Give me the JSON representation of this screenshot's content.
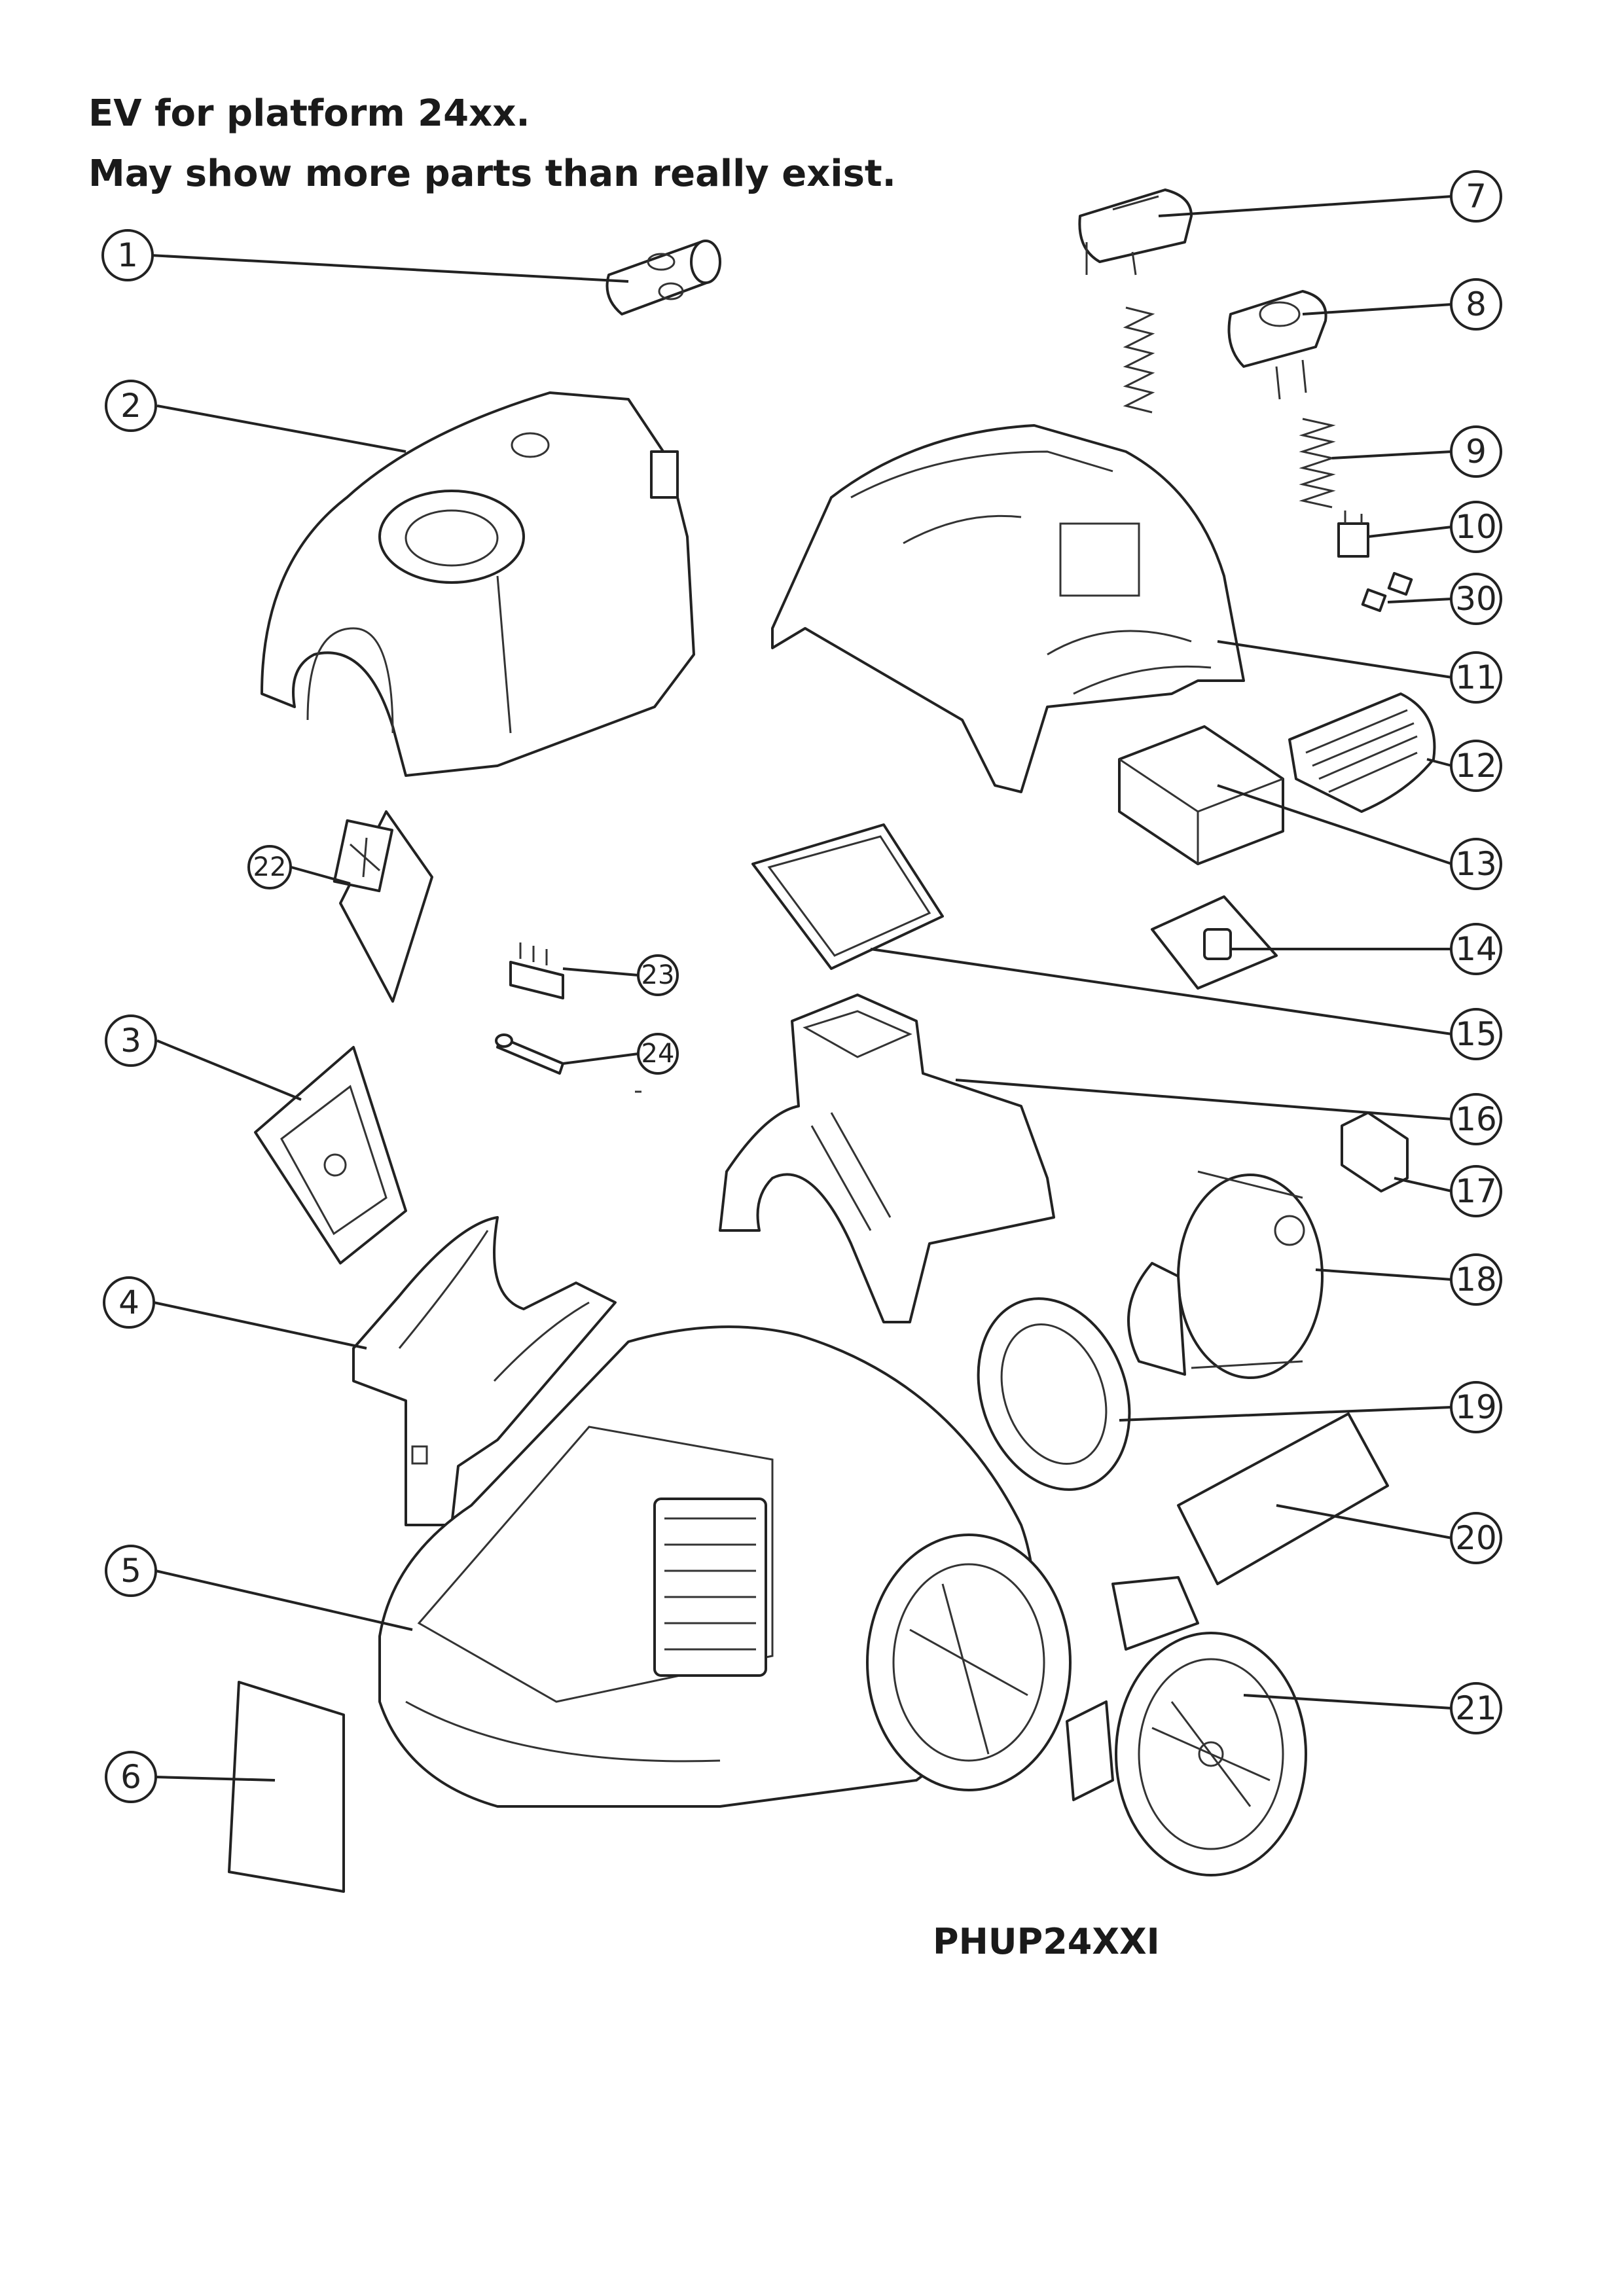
{
  "header": {
    "line1": "EV for platform 24xx.",
    "line2": "May show more parts than really exist."
  },
  "model_code": "PHUP24XXI",
  "callouts": [
    "1",
    "2",
    "3",
    "4",
    "5",
    "6",
    "7",
    "8",
    "9",
    "10",
    "11",
    "12",
    "13",
    "14",
    "15",
    "16",
    "17",
    "18",
    "19",
    "20",
    "21",
    "22",
    "23",
    "24",
    "30"
  ]
}
